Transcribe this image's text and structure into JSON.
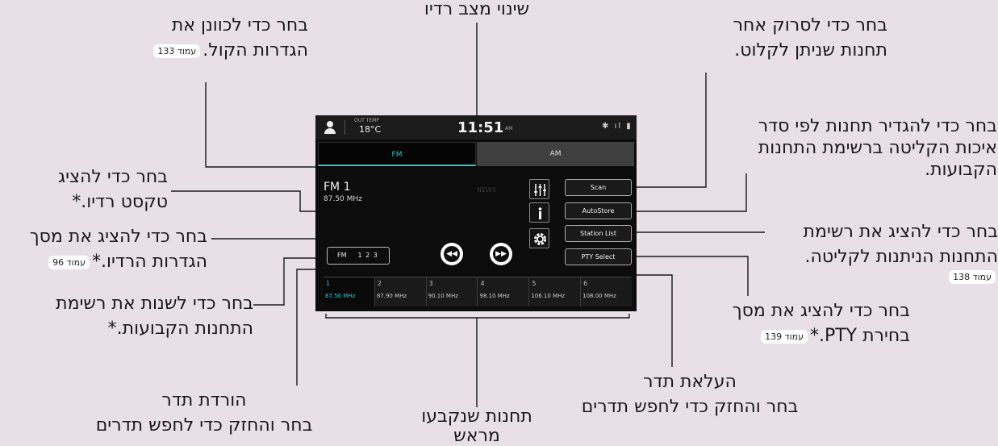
{
  "callouts": {
    "change_mode": "שינוי מצב רדיו",
    "sound_l1": "בחר כדי לכוונן את",
    "sound_l2": "הגדרות הקול.",
    "sound_page": "עמוד 133",
    "scan_l1": "בחר כדי לסרוק אחר",
    "scan_l2": "תחנות שניתן לקלוט.",
    "autostore_l1": "בחר כדי להגדיר תחנות לפי סדר",
    "autostore_l2": "איכות הקליטה ברשימת התחנות",
    "autostore_l3": "הקבועות.",
    "rtext_l1": "בחר כדי להציג",
    "rtext_l2": "טקסט רדיו.*",
    "settings_l1": "בחר כדי להציג את מסך",
    "settings_l2": "הגדרות הרדיו.*",
    "settings_page": "עמוד 96",
    "stationlist_l1": "בחר כדי להציג את רשימת",
    "stationlist_l2": "התחנות הניתנות לקליטה.",
    "stationlist_page": "עמוד 138",
    "presetlist_l1": "בחר כדי לשנות את רשימת",
    "presetlist_l2": "התחנות הקבועות.*",
    "pty_l1": "בחר כדי להציג את מסך",
    "pty_l2": "בחירת PTY.*",
    "pty_page": "עמוד 139",
    "seekup_l1": "העלאת תדר",
    "seekup_l2": "בחר והחזק כדי לחפש תדרים",
    "seekdown_l1": "הורדת תדר",
    "seekdown_l2": "בחר והחזק כדי לחפש תדרים",
    "presets_l1": "תחנות שנקבעו",
    "presets_l2": "מראש"
  },
  "screen": {
    "status": {
      "temp_label": "OUT TEMP",
      "temp": "18°C",
      "clock": "11:51",
      "ampm": "AM",
      "icons": "✱ ıl ▮"
    },
    "tabs": {
      "fm": "FM",
      "am": "AM"
    },
    "band": "FM 1",
    "frequency": "87.50 MHz",
    "radio_text": "NEWS",
    "buttons": {
      "scan": "Scan",
      "autostore": "AutoStore",
      "station_list": "Station List",
      "pty_select": "PTY Select"
    },
    "preset_band": "FM",
    "preset_pages": "1 2 3",
    "seek_down_glyph": "◀◀",
    "seek_up_glyph": "▶▶",
    "presets": [
      {
        "num": "1",
        "freq": "87.50 MHz"
      },
      {
        "num": "2",
        "freq": "87.90 MHz"
      },
      {
        "num": "3",
        "freq": "90.10 MHz"
      },
      {
        "num": "4",
        "freq": "98.10 MHz"
      },
      {
        "num": "5",
        "freq": "106.10 MHz"
      },
      {
        "num": "6",
        "freq": "108.00 MHz"
      }
    ]
  },
  "colors": {
    "background": "#e8dfe7",
    "accent": "#2bc6d1",
    "screen": "#0c0c0c"
  }
}
